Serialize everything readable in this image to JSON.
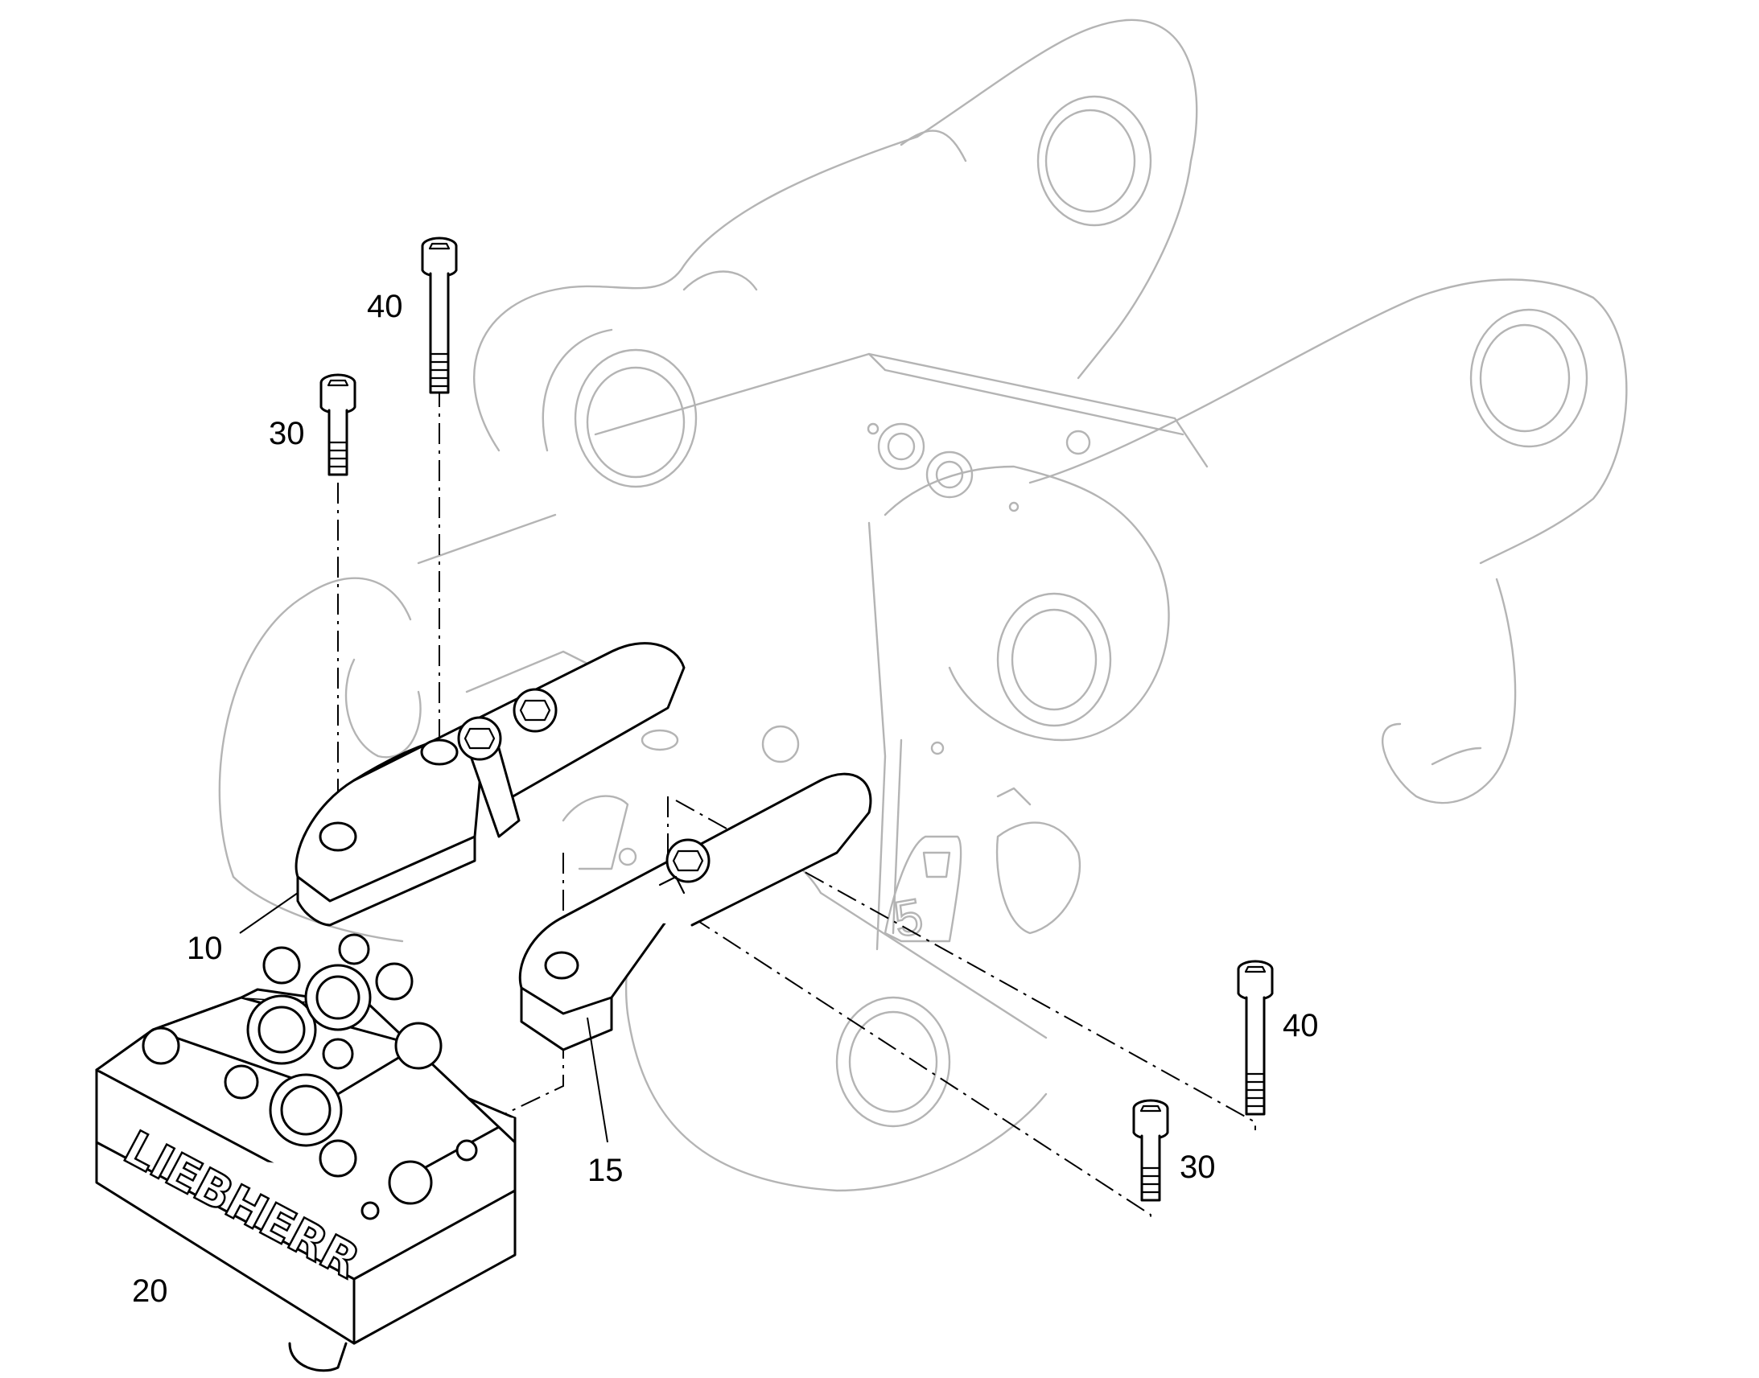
{
  "diagram": {
    "callouts": [
      {
        "id": "c40a",
        "label": "40"
      },
      {
        "id": "c30a",
        "label": "30"
      },
      {
        "id": "c10",
        "label": "10"
      },
      {
        "id": "c15",
        "label": "15"
      },
      {
        "id": "c20",
        "label": "20"
      },
      {
        "id": "c40b",
        "label": "40"
      },
      {
        "id": "c30b",
        "label": "30"
      }
    ],
    "logo": "LIEBHERR",
    "frame_mark": "5"
  },
  "colors": {
    "part_line": "#000000",
    "ghost_line": "#b4b4b4",
    "background": "#ffffff"
  }
}
